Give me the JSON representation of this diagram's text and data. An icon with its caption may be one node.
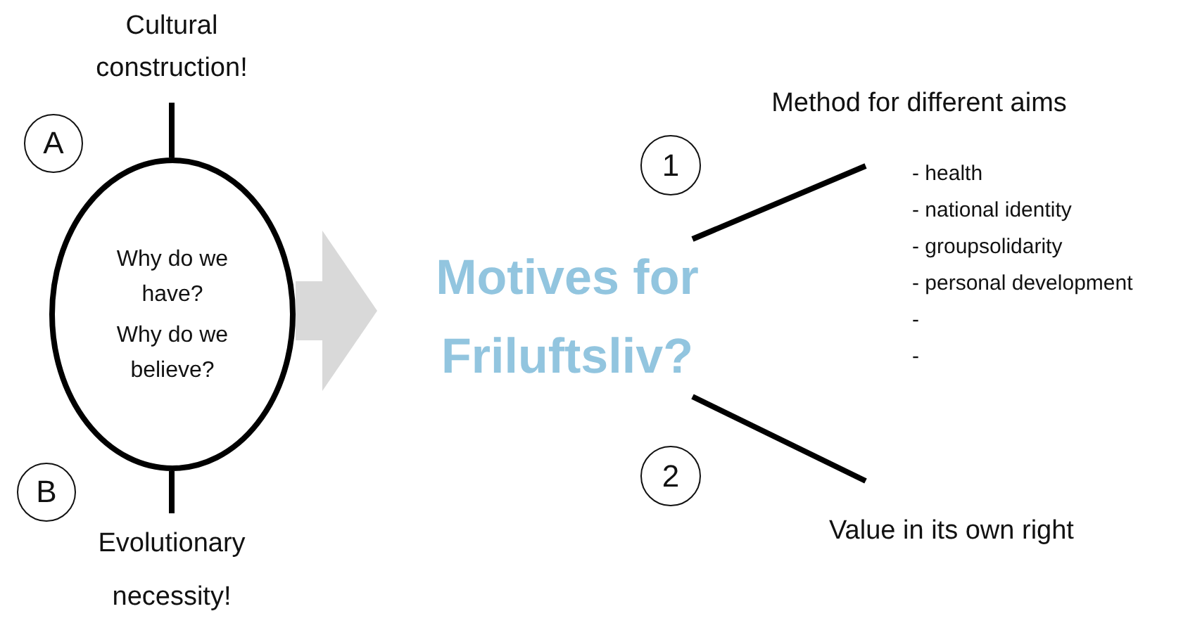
{
  "diagram": {
    "nodes": [
      {
        "text": [
          "Cultural construction!"
        ]
      },
      {
        "text": [
          "A"
        ]
      },
      {
        "text": [
          "Why do we have?",
          "Why do we believe?"
        ]
      },
      {
        "text": [
          "B"
        ]
      },
      {
        "text": [
          "Evolutionary necessity!"
        ]
      },
      {
        "text": [
          "Method for different aims"
        ]
      },
      {
        "text": [
          "1"
        ]
      },
      {
        "text": [
          "Motives for Friluftsliv?"
        ]
      },
      {
        "text": [
          "2"
        ]
      },
      {
        "text": [
          "Value in its own right"
        ]
      }
    ],
    "edges": [
      {
        "from": 2,
        "to": 0,
        "arrow": "none"
      },
      {
        "from": 2,
        "to": 4,
        "arrow": "none"
      },
      {
        "from": 2,
        "to": 7,
        "arrow": "to",
        "style": "thick",
        "color": "#d9d9d9"
      },
      {
        "from": 7,
        "to": 5,
        "arrow": "none"
      },
      {
        "from": 7,
        "to": 9,
        "arrow": "none"
      }
    ],
    "labels": [
      "- health",
      "- national identity",
      "- groupsolidarity",
      "- personal development",
      "-",
      "-"
    ]
  }
}
